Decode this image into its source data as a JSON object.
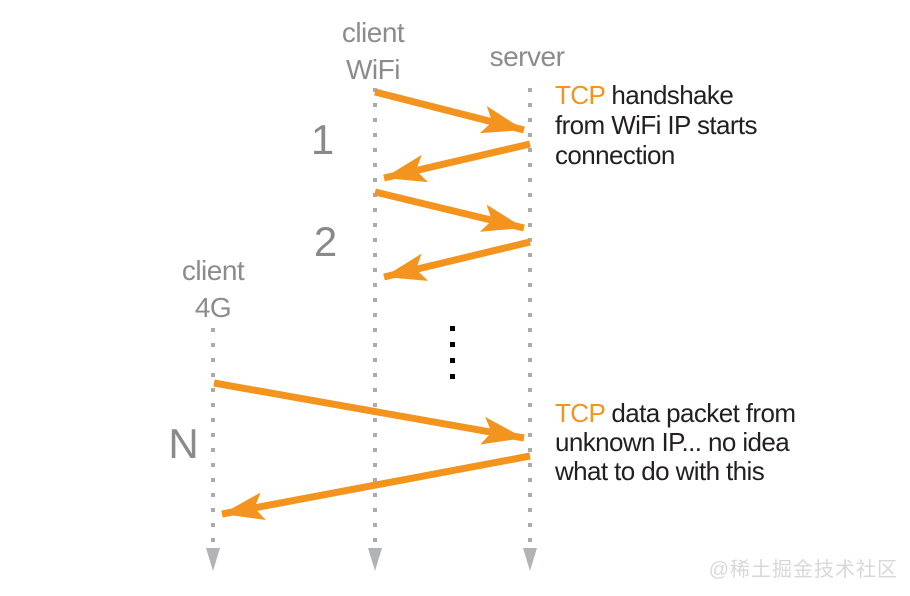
{
  "diagram": {
    "title_context": "TCP sequence diagram",
    "lifelines": [
      {
        "id": "client-wifi",
        "label_line1": "client",
        "label_line2": "WiFi"
      },
      {
        "id": "server",
        "label": "server"
      },
      {
        "id": "client-4g",
        "label_line1": "client",
        "label_line2": "4G"
      }
    ],
    "exchanges": [
      {
        "label": "1"
      },
      {
        "label": "2"
      },
      {
        "label": "N"
      }
    ],
    "annotations": {
      "handshake": {
        "highlight": "TCP",
        "line1_rest": " handshake",
        "line2": "from WiFi IP starts",
        "line3": "connection"
      },
      "data_packet": {
        "highlight": "TCP",
        "line1_rest": " data packet from",
        "line2": "unknown IP... no idea",
        "line3": "what to do with this"
      }
    },
    "watermark": "@稀土掘金技术社区",
    "colors": {
      "arrow_orange": "#f3941e",
      "label_gray": "#8c8c8c",
      "text_dark": "#231f20",
      "lifeline_gray": "#a9abae",
      "terminator_gray": "#b1b3b6",
      "watermark_gray": "#d8d8d8"
    }
  }
}
